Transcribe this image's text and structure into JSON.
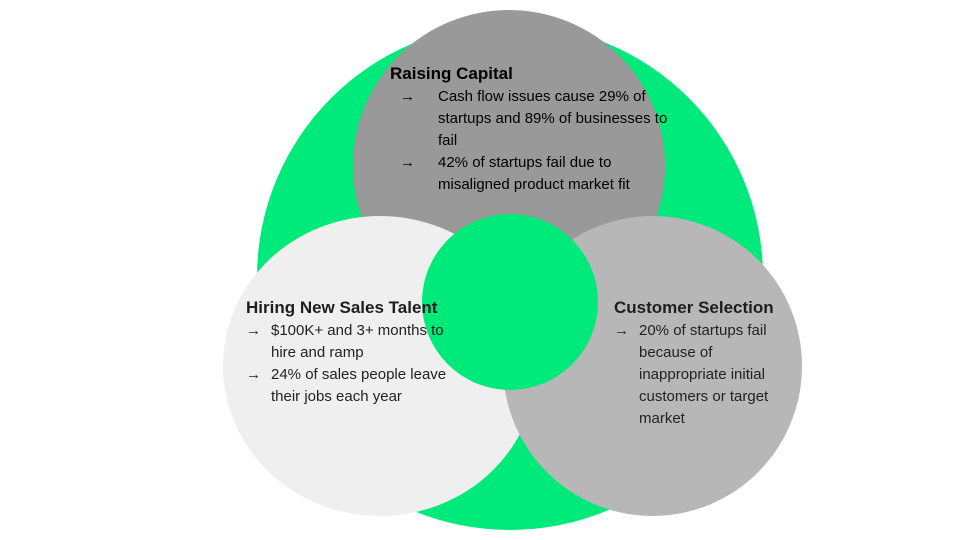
{
  "colors": {
    "outer_circle": "#00e97b",
    "center_circle": "#00e97b",
    "top_circle": "#999999",
    "left_circle": "#efefef",
    "right_circle": "#b7b7b7"
  },
  "bullet_icon": "→",
  "sections": {
    "top": {
      "title": "Raising Capital",
      "bullets": [
        "Cash flow issues cause 29% of startups and 89% of businesses to fail",
        "42% of startups fail due to misaligned product market fit"
      ]
    },
    "left": {
      "title": "Hiring New Sales Talent",
      "bullets": [
        "$100K+ and 3+ months to hire and ramp",
        "24% of sales people leave their jobs each year"
      ]
    },
    "right": {
      "title": "Customer Selection",
      "bullets": [
        "20% of startups fail because of inappropriate initial customers or target market"
      ]
    }
  }
}
